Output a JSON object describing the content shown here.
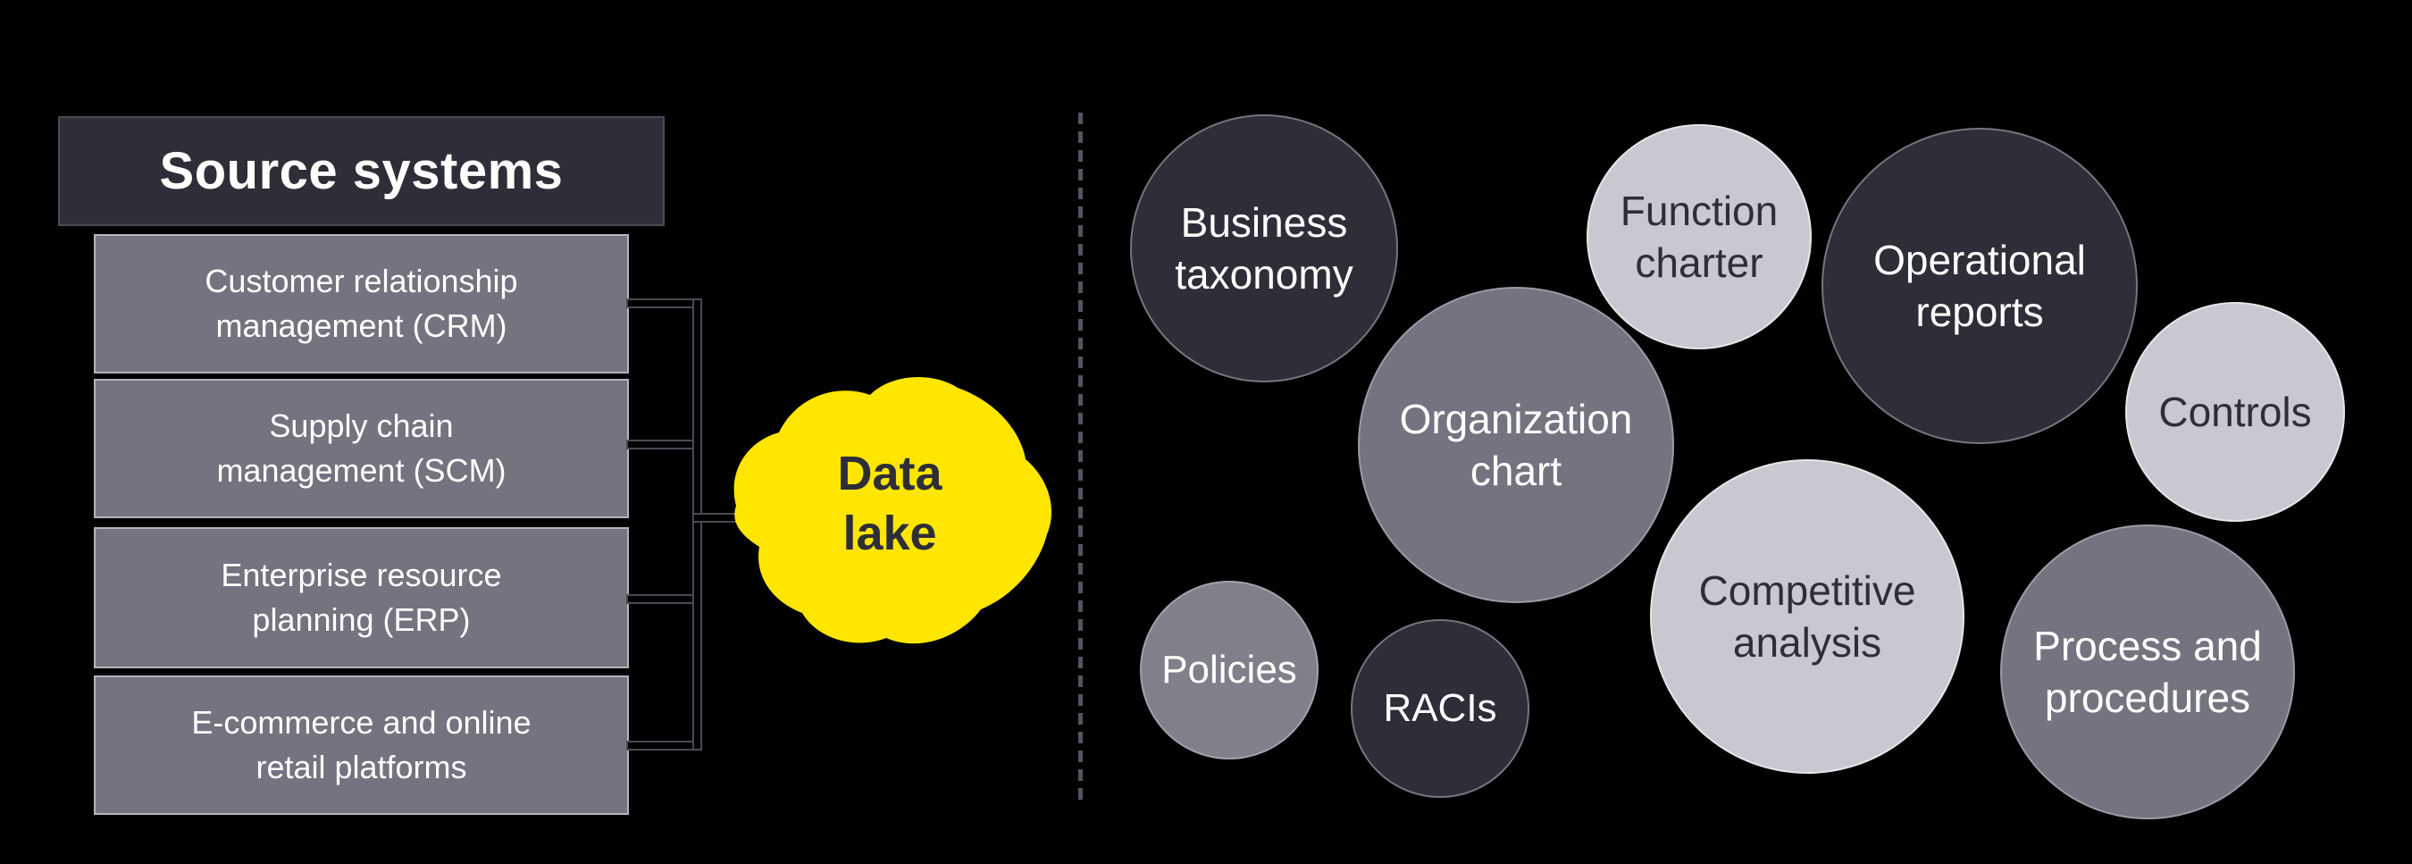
{
  "diagram_title": "Source systems to data lake diagram",
  "colors": {
    "background": "#000000",
    "dark": "#2e2e38",
    "medium_gray": "#747480",
    "light_gray": "#c8c8d0",
    "accent_yellow": "#ffe600",
    "white_text": "#ffffff",
    "connector_outline": "#4a4a56",
    "divider_dash": "#54545e"
  },
  "source_systems": {
    "header": "Source systems",
    "items": [
      {
        "label": "Customer relationship\nmanagement (CRM)"
      },
      {
        "label": "Supply chain\nmanagement (SCM)"
      },
      {
        "label": "Enterprise resource\nplanning (ERP)"
      },
      {
        "label": "E-commerce and online\nretail platforms"
      }
    ]
  },
  "data_lake": {
    "label": "Data\nlake"
  },
  "right_panel": {
    "circles": [
      {
        "label": "Business\ntaxonomy",
        "tone": "dark"
      },
      {
        "label": "Function\ncharter",
        "tone": "light"
      },
      {
        "label": "Operational\nreports",
        "tone": "dark"
      },
      {
        "label": "Controls",
        "tone": "light"
      },
      {
        "label": "Organization\nchart",
        "tone": "medium"
      },
      {
        "label": "Competitive\nanalysis",
        "tone": "light"
      },
      {
        "label": "Policies",
        "tone": "medium"
      },
      {
        "label": "RACIs",
        "tone": "dark"
      },
      {
        "label": "Process and\nprocedures",
        "tone": "medium"
      }
    ]
  }
}
